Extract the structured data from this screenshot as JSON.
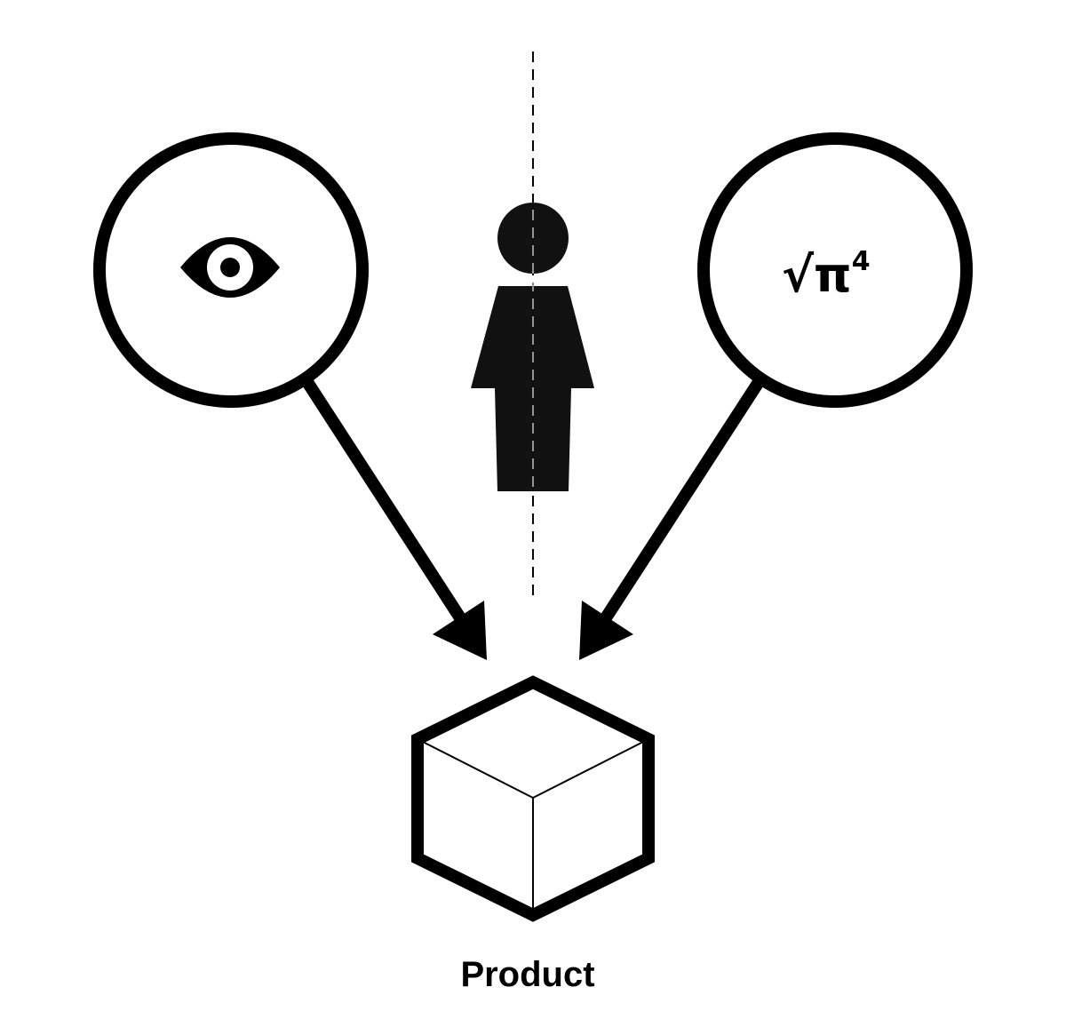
{
  "diagram": {
    "nodes": {
      "perception": {
        "icon": "eye-icon"
      },
      "person": {
        "icon": "person-icon"
      },
      "math": {
        "icon": "math-formula-icon",
        "base": "√π",
        "superscript": "4"
      },
      "product": {
        "icon": "cube-icon",
        "label": "Product"
      }
    },
    "edges": [
      {
        "from": "perception",
        "to": "product",
        "style": "arrow"
      },
      {
        "from": "math",
        "to": "product",
        "style": "arrow"
      }
    ],
    "guides": [
      {
        "type": "dashed-vertical-line",
        "through": "person"
      }
    ],
    "colors": {
      "stroke": "#000000",
      "person_fill": "#111111",
      "background": "#ffffff"
    }
  }
}
